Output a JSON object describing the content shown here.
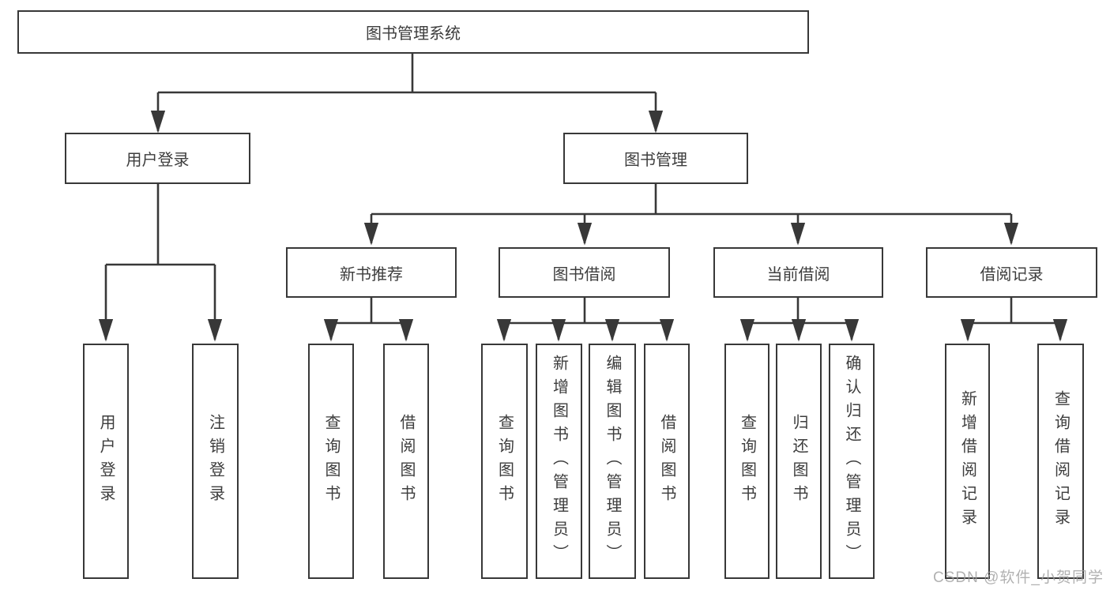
{
  "title": "图书管理系统",
  "watermark": "CSDN @软件_小贺同学",
  "colors": {
    "line": "#383838",
    "box_border": "#383838",
    "text": "#3d3d3d",
    "watermark": "#9e9e9e",
    "background": "#ffffff"
  },
  "nodes": {
    "level2": [
      {
        "id": "user-login",
        "label": "用户登录",
        "parent": "图书管理系统"
      },
      {
        "id": "book-management",
        "label": "图书管理",
        "parent": "图书管理系统"
      }
    ],
    "level3": [
      {
        "id": "new-book-recommend",
        "label": "新书推荐",
        "parent": "图书管理"
      },
      {
        "id": "book-borrowing",
        "label": "图书借阅",
        "parent": "图书管理"
      },
      {
        "id": "current-borrowing",
        "label": "当前借阅",
        "parent": "图书管理"
      },
      {
        "id": "borrowing-records",
        "label": "借阅记录",
        "parent": "图书管理"
      }
    ],
    "leaves": [
      {
        "id": "leaf-user-login",
        "label": "用户登录",
        "parent": "用户登录"
      },
      {
        "id": "leaf-logout",
        "label": "注销登录",
        "parent": "用户登录"
      },
      {
        "id": "leaf-search-books-recommend",
        "label": "查询图书",
        "parent": "新书推荐"
      },
      {
        "id": "leaf-borrow-books-recommend",
        "label": "借阅图书",
        "parent": "新书推荐"
      },
      {
        "id": "leaf-search-books-borrow",
        "label": "查询图书",
        "parent": "图书借阅"
      },
      {
        "id": "leaf-add-books-admin",
        "label": "新增图书（管理员）",
        "parent": "图书借阅"
      },
      {
        "id": "leaf-edit-books-admin",
        "label": "编辑图书（管理员）",
        "parent": "图书借阅"
      },
      {
        "id": "leaf-borrow-books-borrow",
        "label": "借阅图书",
        "parent": "图书借阅"
      },
      {
        "id": "leaf-search-books-current",
        "label": "查询图书",
        "parent": "当前借阅"
      },
      {
        "id": "leaf-return-books",
        "label": "归还图书",
        "parent": "当前借阅"
      },
      {
        "id": "leaf-confirm-return-admin",
        "label": "确认归还（管理员）",
        "parent": "当前借阅"
      },
      {
        "id": "leaf-add-borrow-record",
        "label": "新增借阅记录",
        "parent": "借阅记录"
      },
      {
        "id": "leaf-search-borrow-record",
        "label": "查询借阅记录",
        "parent": "借阅记录"
      }
    ]
  }
}
